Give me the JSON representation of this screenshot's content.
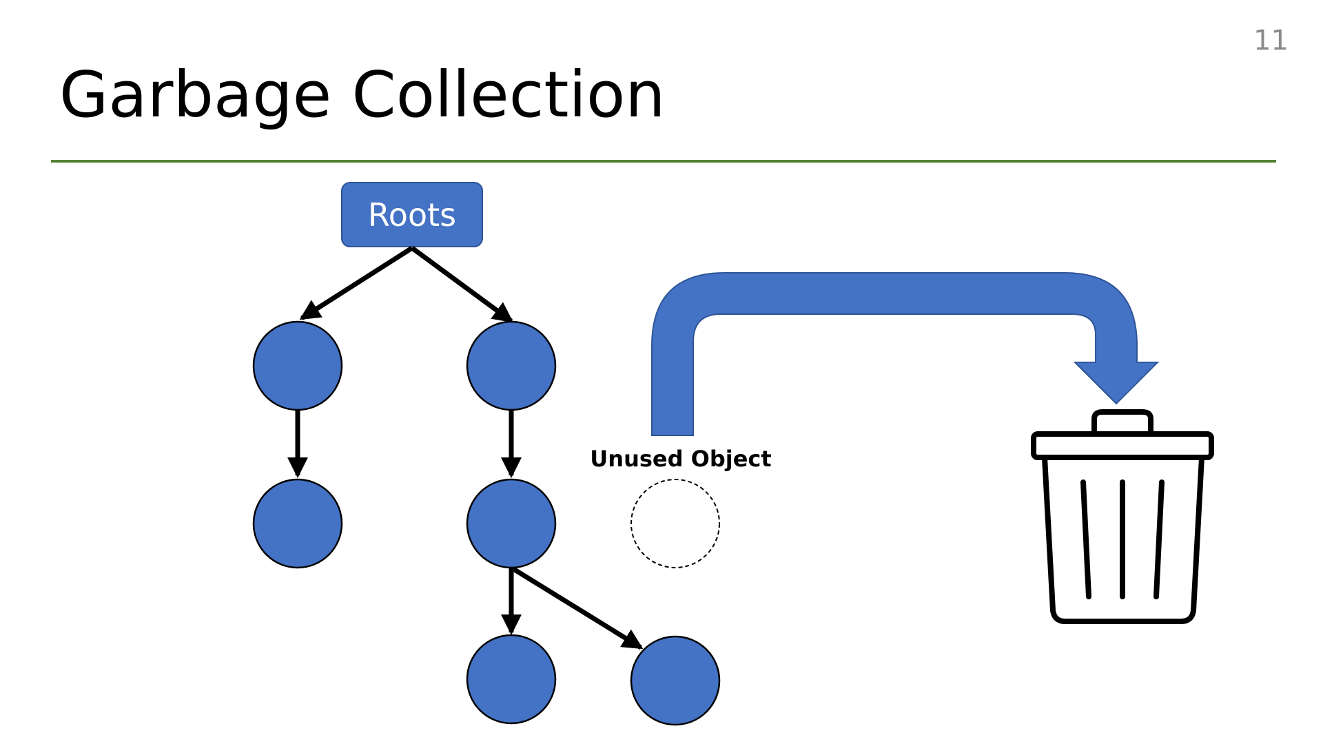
{
  "slide": {
    "page_number": "11",
    "title": "Garbage Collection",
    "divider_color": "#548235"
  },
  "diagram": {
    "root_label": "Roots",
    "unused_label": "Unused Object",
    "node_color": "#4472C4",
    "edge_color": "#000000",
    "icons": [
      "trash-can-icon",
      "u-turn-arrow"
    ]
  }
}
